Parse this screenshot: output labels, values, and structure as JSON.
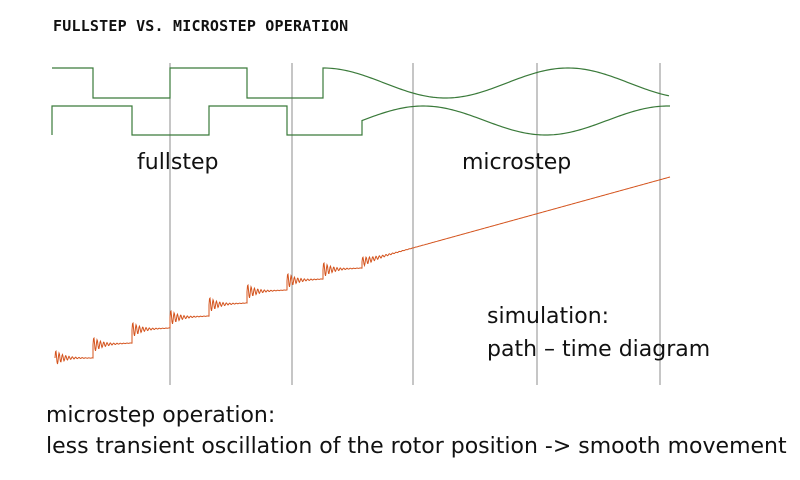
{
  "title": "FULLSTEP VS. MICROSTEP OPERATION",
  "labels": {
    "fullstep": "fullstep",
    "microstep": "microstep"
  },
  "simulation": {
    "line1": "simulation:",
    "line2": "path – time diagram"
  },
  "footer": {
    "line1": "microstep operation:",
    "line2": "less transient oscillation of the rotor position -> smooth movement"
  },
  "colors": {
    "phase_waveforms": "#3a7a3a",
    "rotor_path": "#d4541e",
    "step_markers": "#8c8c8c"
  }
}
